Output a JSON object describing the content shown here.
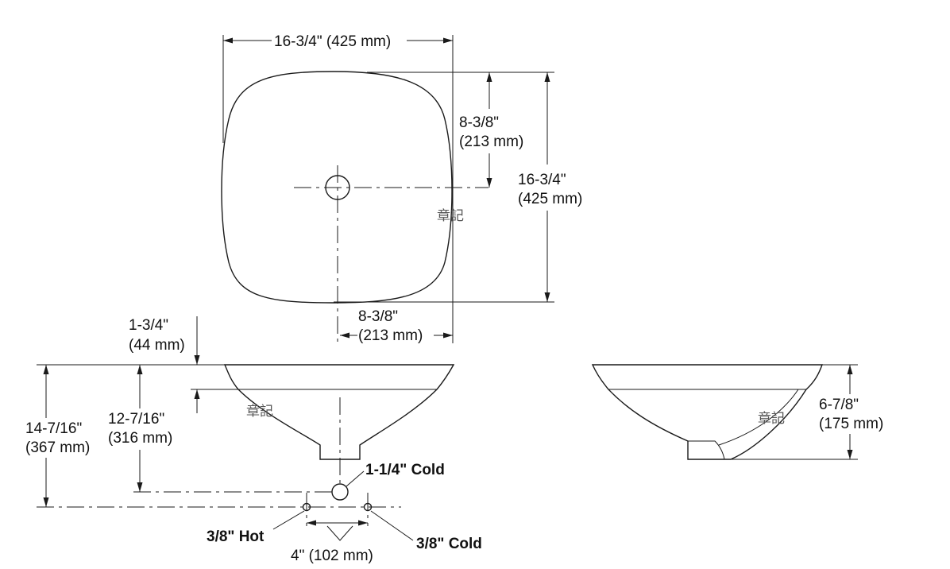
{
  "top_view": {
    "width_label": "16-3/4\" (425 mm)",
    "half_depth_label": [
      "8-3/8\"",
      "(213 mm)"
    ],
    "depth_label": [
      "16-3/4\"",
      "(425 mm)"
    ],
    "half_width_label": [
      "8-3/8\"",
      "(213 mm)"
    ]
  },
  "front_view": {
    "rim_height_label": [
      "1-3/4\"",
      "(44 mm)"
    ],
    "overall_height_label": [
      "14-7/16\"",
      "(367 mm)"
    ],
    "bowl_height_label": [
      "12-7/16\"",
      "(316 mm)"
    ],
    "cold_supply_label": "1-1/4\" Cold",
    "hot_label": "3/8\" Hot",
    "cold_label": "3/8\" Cold",
    "spacing_label": "4\" (102 mm)"
  },
  "side_view": {
    "height_label": [
      "6-7/8\"",
      "(175 mm)"
    ]
  },
  "watermark": "章記"
}
